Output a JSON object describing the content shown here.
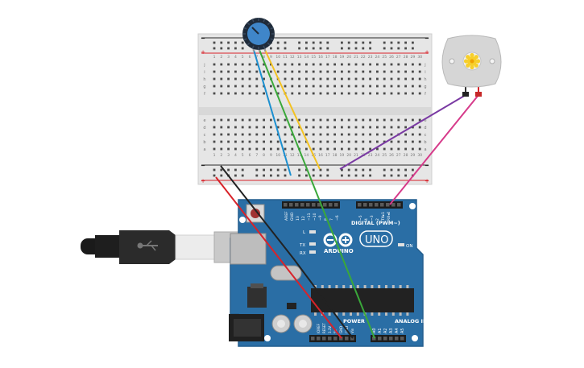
{
  "breadboard": {
    "top_rows": [
      "j",
      "i",
      "h",
      "g",
      "f"
    ],
    "bottom_rows": [
      "e",
      "d",
      "c",
      "b",
      "a"
    ],
    "columns": [
      "1",
      "2",
      "3",
      "4",
      "5",
      "6",
      "7",
      "8",
      "9",
      "10",
      "11",
      "12",
      "13",
      "14",
      "15",
      "16",
      "17",
      "18",
      "19",
      "20",
      "21",
      "22",
      "23",
      "24",
      "25",
      "26",
      "27",
      "28",
      "29",
      "30"
    ],
    "rail_minus": "−",
    "rail_plus": "+"
  },
  "arduino": {
    "brand": "ARDUINO",
    "model": "UNO",
    "digital_label": "DIGITAL (PWM~)",
    "analog_label": "ANALOG IN",
    "power_label": "POWER",
    "on_label": "ON",
    "tx_label": "TX",
    "rx_label": "RX",
    "l_label": "L",
    "digital_pins": [
      "AREF",
      "GND",
      "13",
      "12",
      "~11",
      "~10",
      "~9",
      "8",
      "7",
      "~6",
      "~5",
      "4",
      "~3",
      "2",
      "TX▸1",
      "RX◂0"
    ],
    "analog_pins": [
      "A0",
      "A1",
      "A2",
      "A3",
      "A4",
      "A5"
    ],
    "power_pins": [
      "IOREF",
      "RESET",
      "3.3V",
      "5V",
      "GND",
      "GND",
      "Vin"
    ]
  },
  "colors": {
    "board_blue": "#2a6ea5",
    "breadboard": "#e5e5e5",
    "wire_red": "#d8232a",
    "wire_black": "#222222",
    "wire_blue": "#1b8fd0",
    "wire_green": "#3aa83a",
    "wire_yellow": "#f3c221",
    "wire_purple": "#7a3aa3",
    "wire_magenta": "#d63a8a"
  },
  "components": [
    "potentiometer-icon",
    "dc-motor-icon",
    "usb-cable-icon",
    "barrel-jack-icon"
  ]
}
